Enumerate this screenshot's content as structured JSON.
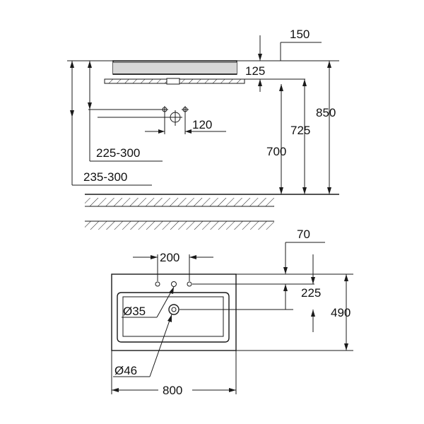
{
  "dimensions": {
    "d150": "150",
    "d125": "125",
    "d850": "850",
    "d725": "725",
    "d700": "700",
    "d120": "120",
    "d225_300": "225-300",
    "d235_300": "235-300",
    "d70": "70",
    "d200": "200",
    "d225": "225",
    "d490": "490",
    "d35": "Ø35",
    "d46": "Ø46",
    "d800": "800"
  },
  "colors": {
    "line": "#1a1a1a",
    "background": "#ffffff"
  }
}
